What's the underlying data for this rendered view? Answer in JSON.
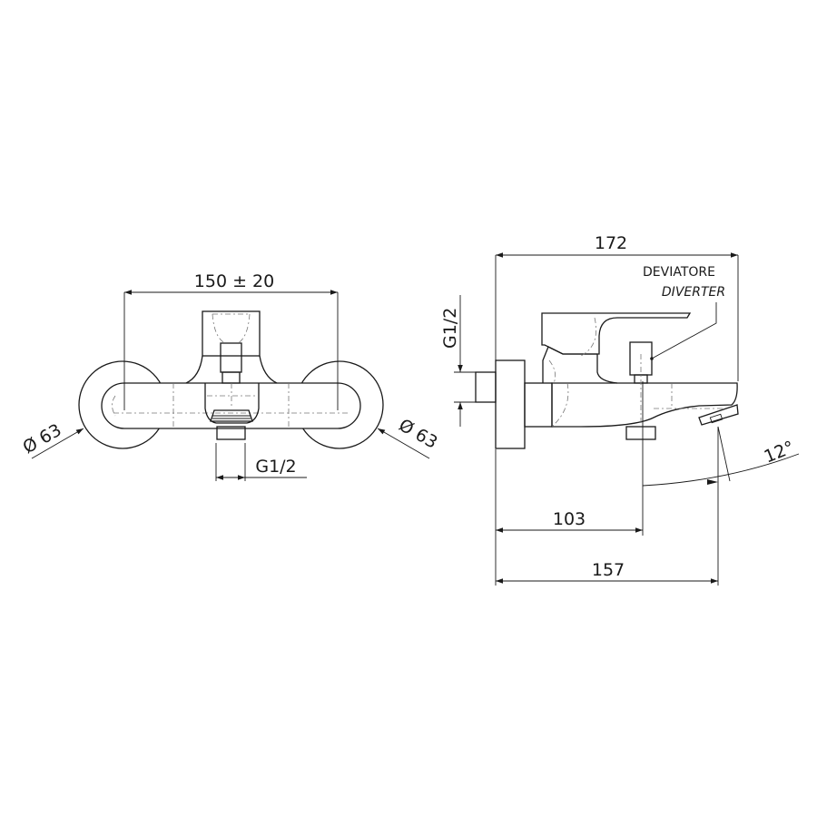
{
  "front_view": {
    "width_dimension": "150 ± 20",
    "left_diameter": "Ø 63",
    "right_diameter": "Ø 63",
    "outlet_thread": "G1/2"
  },
  "side_view": {
    "overall_depth": "172",
    "inlet_thread": "G1/2",
    "diverter_label_it": "DEVIATORE",
    "diverter_label_en": "DIVERTER",
    "diverter_distance": "103",
    "spout_distance": "157",
    "spout_angle": "12°"
  }
}
